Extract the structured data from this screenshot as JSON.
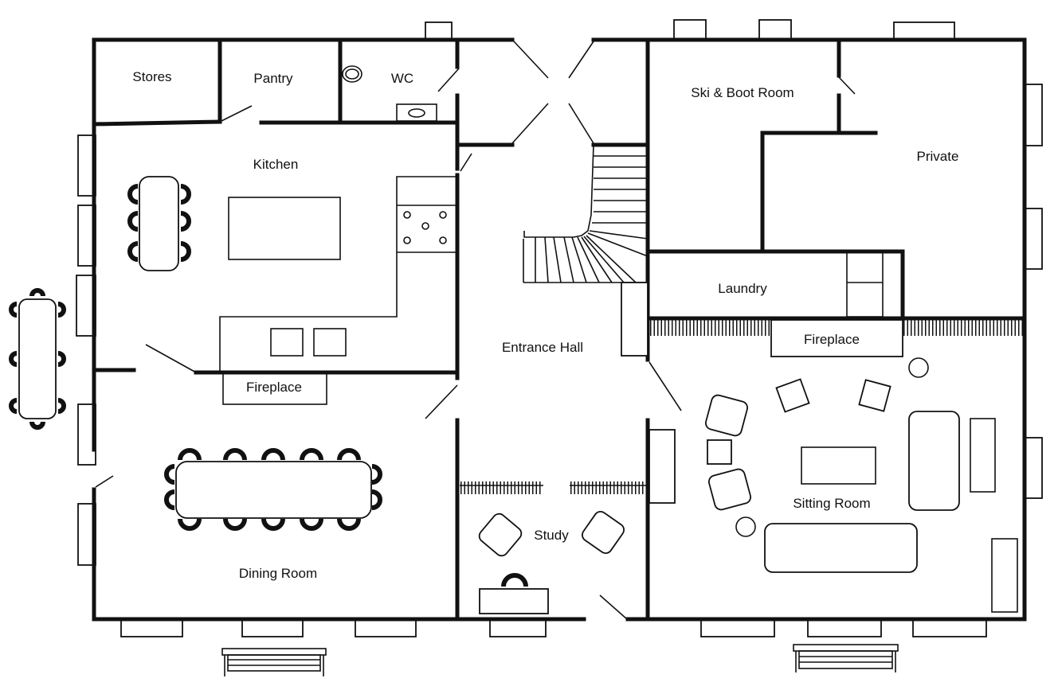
{
  "rooms": {
    "stores": "Stores",
    "pantry": "Pantry",
    "wc": "WC",
    "ski_boot": "Ski & Boot Room",
    "private": "Private",
    "kitchen": "Kitchen",
    "laundry": "Laundry",
    "entrance_hall": "Entrance Hall",
    "fireplace_kitchen": "Fireplace",
    "fireplace_sitting": "Fireplace",
    "dining": "Dining Room",
    "study": "Study",
    "sitting": "Sitting Room"
  },
  "colors": {
    "line": "#111111",
    "background": "#ffffff"
  }
}
